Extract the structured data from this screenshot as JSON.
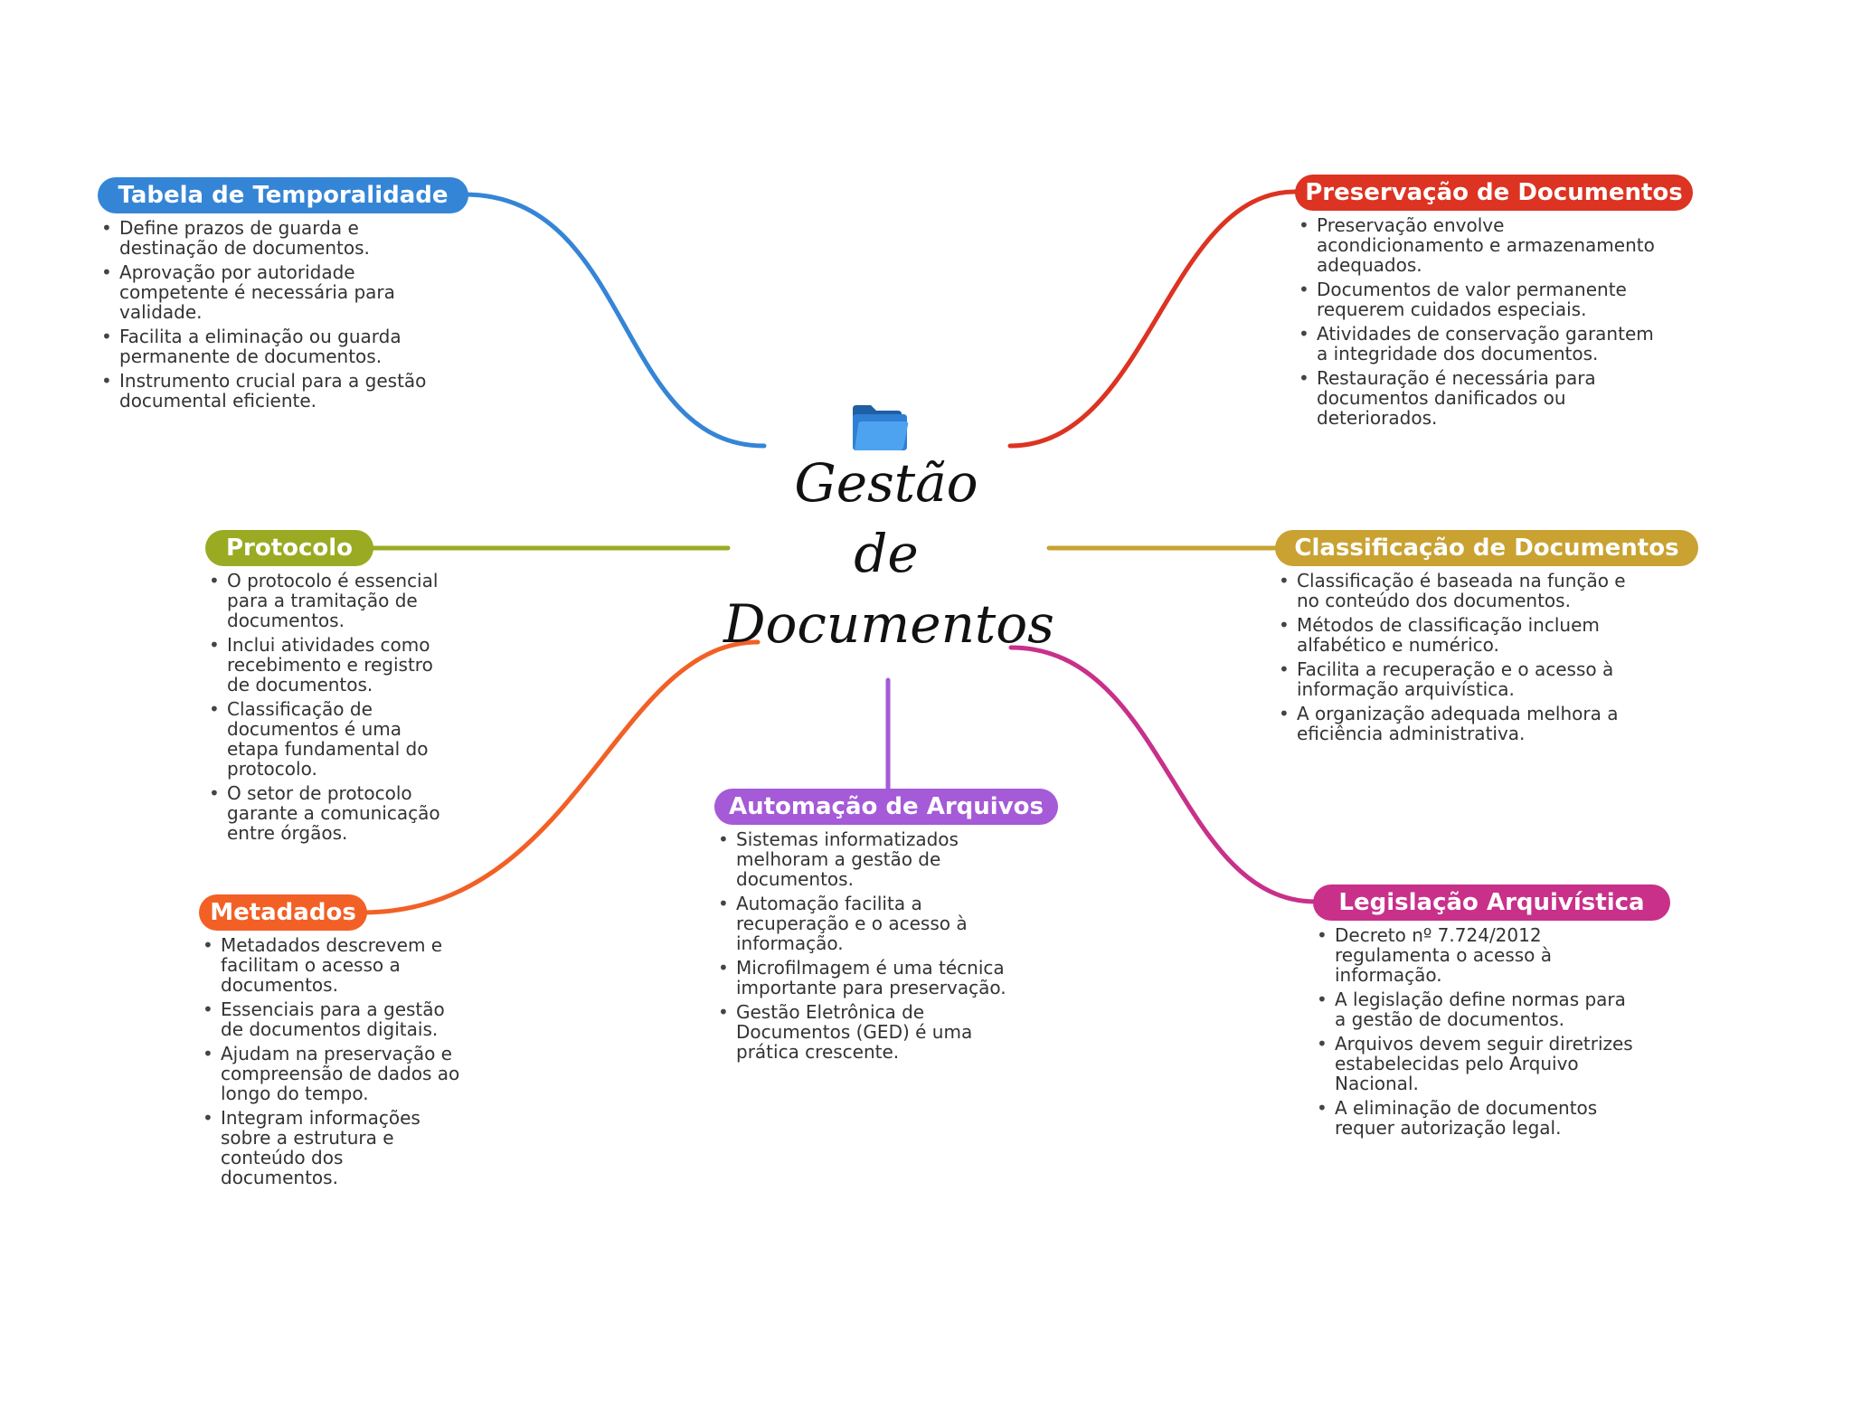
{
  "central": {
    "title_lines": [
      "Gestão",
      "de",
      "Documentos"
    ],
    "icon": "folder-icon"
  },
  "branches": [
    {
      "key": "tabela",
      "label": "Tabela de Temporalidade",
      "color": "#3585d6",
      "items": [
        "Define prazos de guarda e destinação de documentos.",
        "Aprovação por autoridade competente é necessária para validade.",
        "Facilita a eliminação ou guarda permanente de documentos.",
        "Instrumento crucial para a gestão documental eficiente."
      ]
    },
    {
      "key": "preservacao",
      "label": "Preservação de Documentos",
      "color": "#dd3322",
      "items": [
        "Preservação envolve acondicionamento e armazenamento adequados.",
        "Documentos de valor permanente requerem cuidados especiais.",
        "Atividades de conservação garantem a integridade dos documentos.",
        "Restauração é necessária para documentos danificados ou deteriorados."
      ]
    },
    {
      "key": "protocolo",
      "label": "Protocolo",
      "color": "#9aab23",
      "items": [
        "O protocolo é essencial para a tramitação de documentos.",
        "Inclui atividades como recebimento e registro de documentos.",
        "Classificação de documentos é uma etapa fundamental do protocolo.",
        "O setor de protocolo garante a comunicação entre órgãos."
      ]
    },
    {
      "key": "classificacao",
      "label": "Classificação de Documentos",
      "color": "#c9a232",
      "items": [
        "Classificação é baseada na função e no conteúdo dos documentos.",
        "Métodos de classificação incluem alfabético e numérico.",
        "Facilita a recuperação e o acesso à informação arquivística.",
        "A organização adequada melhora a eficiência administrativa."
      ]
    },
    {
      "key": "metadados",
      "label": "Metadados",
      "color": "#f26026",
      "items": [
        "Metadados descrevem e facilitam o acesso a documentos.",
        "Essenciais para a gestão de documentos digitais.",
        "Ajudam na preservação e compreensão de dados ao longo do tempo.",
        "Integram informações sobre a estrutura e conteúdo dos documentos."
      ]
    },
    {
      "key": "automacao",
      "label": "Automação de Arquivos",
      "color": "#a55ad8",
      "items": [
        "Sistemas informatizados melhoram a gestão de documentos.",
        "Automação facilita a recuperação e o acesso à informação.",
        "Microfilmagem é uma técnica importante para preservação.",
        "Gestão Eletrônica de Documentos (GED) é uma prática crescente."
      ]
    },
    {
      "key": "legislacao",
      "label": "Legislação Arquivística",
      "color": "#c8308a",
      "items": [
        "Decreto nº 7.724/2012 regulamenta o acesso à informação.",
        "A legislação define normas para a gestão de documentos.",
        "Arquivos devem seguir diretrizes estabelecidas pelo Arquivo Nacional.",
        "A eliminação de documentos requer autorização legal."
      ]
    }
  ]
}
